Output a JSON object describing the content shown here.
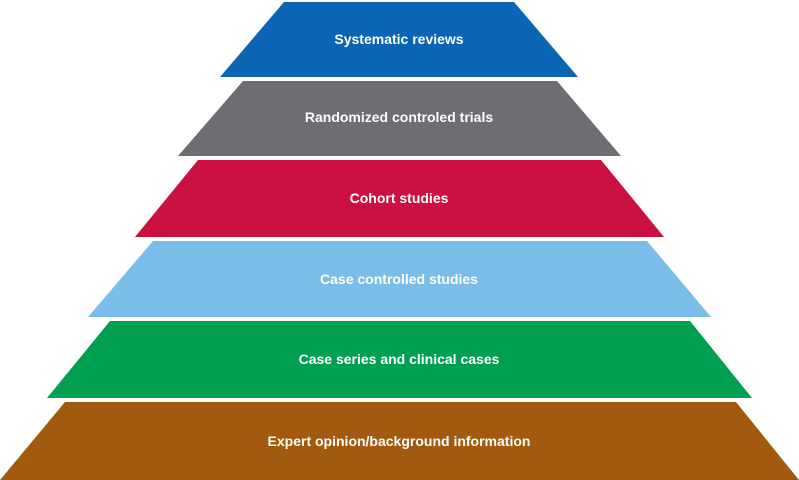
{
  "pyramid": {
    "tiers": [
      {
        "label": "Systematic reviews",
        "color": "#0a65b4"
      },
      {
        "label": "Randomized controled trials",
        "color": "#6d6e71"
      },
      {
        "label": "Cohort studies",
        "color": "#cc1042"
      },
      {
        "label": "Case controlled studies",
        "color": "#7bbde9"
      },
      {
        "label": "Case series and clinical cases",
        "color": "#00a050"
      },
      {
        "label": "Expert opinion/background information",
        "color": "#a25a0e"
      }
    ]
  }
}
